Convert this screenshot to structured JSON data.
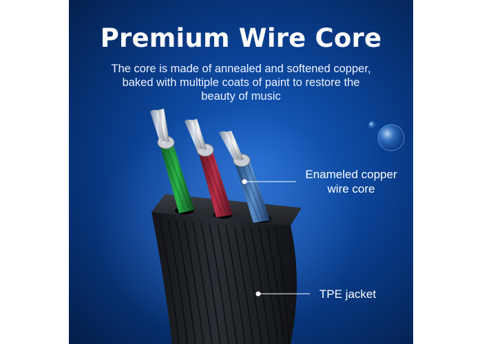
{
  "title": "Premium Wire Core",
  "subtitle": "The core is made of annealed and softened copper, baked with multiple coats of paint to restore the beauty of music",
  "callouts": {
    "copper_core": "Enameled copper wire core",
    "jacket": "TPE jacket"
  },
  "wire_colors": {
    "background": "#0b3f8f",
    "green": "#1f9a3a",
    "red": "#a3263a",
    "blue": "#3f79b8",
    "jacket": "#1a1c20"
  }
}
